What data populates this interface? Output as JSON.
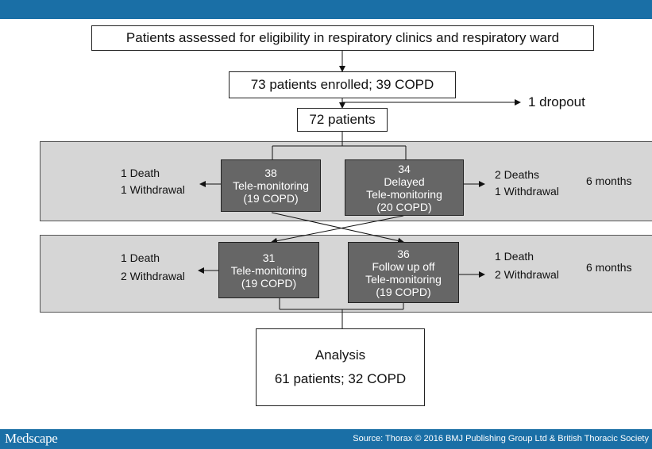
{
  "flowchart": {
    "eligibility": "Patients assessed for eligibility in respiratory clinics and respiratory ward",
    "enrolled": "73 patients enrolled; 39 COPD",
    "dropout": "1 dropout",
    "patients": "72 patients",
    "phase1": {
      "left_box": [
        "38",
        "Tele-monitoring",
        "(19 COPD)"
      ],
      "right_box": [
        "34",
        "Delayed",
        "Tele-monitoring",
        "(20 COPD)"
      ],
      "left_outcomes": [
        "1 Death",
        "1 Withdrawal"
      ],
      "right_outcomes": [
        "2 Deaths",
        "1 Withdrawal"
      ],
      "duration": "6 months"
    },
    "phase2": {
      "left_box": [
        "31",
        "Tele-monitoring",
        "(19 COPD)"
      ],
      "right_box": [
        "36",
        "Follow up off",
        "Tele-monitoring",
        "(19 COPD)"
      ],
      "left_outcomes": [
        "1 Death",
        "2 Withdrawal"
      ],
      "right_outcomes": [
        "1 Death",
        "2 Withdrawal"
      ],
      "duration": "6 months"
    },
    "analysis": [
      "Analysis",
      "61 patients; 32 COPD"
    ]
  },
  "footer": {
    "logo": "Medscape",
    "source": "Source: Thorax © 2016 BMJ Publishing Group Ltd & British Thoracic Society"
  },
  "colors": {
    "header_bar": "#1a6fa6",
    "band_fill": "#d6d6d6",
    "arm_box_fill": "#666666"
  }
}
